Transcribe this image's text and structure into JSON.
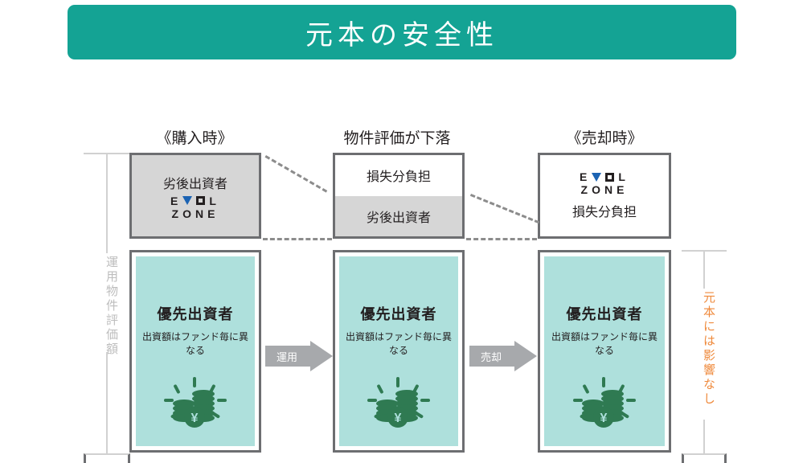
{
  "banner": {
    "title": "元本の安全性",
    "bg_color": "#14a394",
    "text_color": "#ffffff"
  },
  "axis_labels": {
    "left": "運用物件評価額",
    "left_color": "#bdbdbd",
    "right": "元本には影響なし",
    "right_color": "#ef8a3c"
  },
  "logo": {
    "line1_a": "E",
    "line1_b": "L",
    "line2": "ZONE",
    "accent_color": "#1b63b3",
    "mark_color": "#231f20"
  },
  "columns": [
    {
      "header": "《購入時》",
      "top_card": {
        "style": "gray-logo",
        "label": "劣後出資者",
        "has_logo": true
      },
      "bottom_card": {
        "title": "優先出資者",
        "subtitle": "出資額はファンド毎に異なる",
        "icon": "coins-yen-icon",
        "fill": "#aee0dc"
      }
    },
    {
      "header": "物件評価が下落",
      "top_card": {
        "style": "split",
        "label_top": "損失分負担",
        "label_bottom": "劣後出資者",
        "has_logo": false
      },
      "bottom_card": {
        "title": "優先出資者",
        "subtitle": "出資額はファンド毎に異なる",
        "icon": "coins-yen-icon",
        "fill": "#aee0dc"
      }
    },
    {
      "header": "《売却時》",
      "top_card": {
        "style": "white-logo",
        "label": "損失分負担",
        "has_logo": true
      },
      "bottom_card": {
        "title": "優先出資者",
        "subtitle": "出資額はファンド毎に異なる",
        "icon": "coins-yen-icon",
        "fill": "#aee0dc"
      }
    }
  ],
  "arrows": [
    {
      "label": "運用",
      "color": "#a7a9ac"
    },
    {
      "label": "売却",
      "color": "#a7a9ac"
    }
  ]
}
